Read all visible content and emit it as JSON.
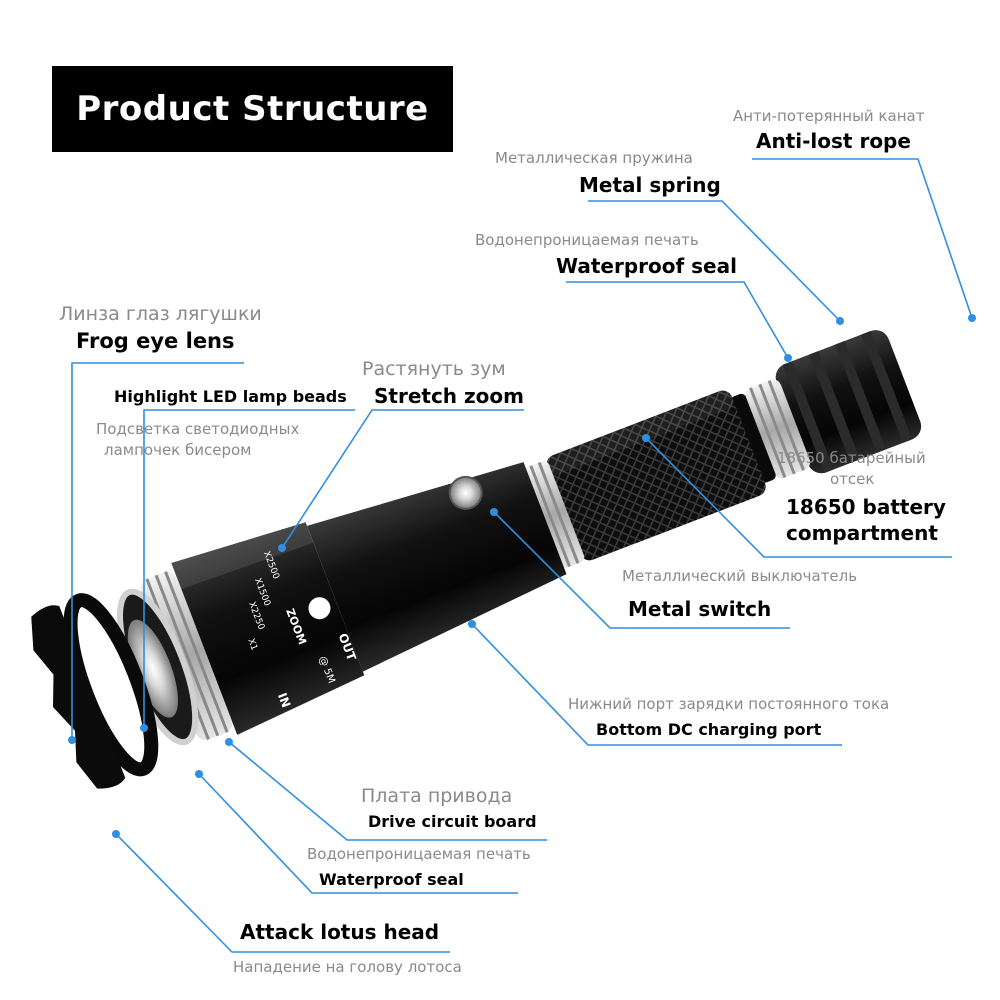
{
  "title": "Product Structure",
  "labels": {
    "anti_lost_rope": {
      "ru": "Анти-потерянный канат",
      "en": "Anti-lost rope"
    },
    "metal_spring": {
      "ru": "Металлическая пружина",
      "en": "Metal spring"
    },
    "waterproof_seal_top": {
      "ru": "Водонепроницаемая печать",
      "en": "Waterproof seal"
    },
    "frog_eye_lens": {
      "ru": "Линза глаз лягушки",
      "en": "Frog eye lens"
    },
    "stretch_zoom": {
      "ru": "Растянуть зум",
      "en": "Stretch zoom"
    },
    "led_beads": {
      "en": "Highlight LED lamp beads",
      "ru_line1": "Подсветка светодиодных",
      "ru_line2": "лампочек бисером"
    },
    "battery": {
      "ru_line1": "18650 батарейный",
      "ru_line2": "отсек",
      "en_line1": "18650 battery",
      "en_line2": "compartment"
    },
    "metal_switch": {
      "ru": "Металлический выключатель",
      "en": "Metal switch"
    },
    "charging_port": {
      "ru": "Нижний порт зарядки постоянного тока",
      "en": "Bottom DC charging port"
    },
    "drive_board": {
      "ru": "Плата привода",
      "en": "Drive circuit board"
    },
    "waterproof_seal_bottom": {
      "ru": "Водонепроницаемая печать",
      "en": "Waterproof seal"
    },
    "attack_head": {
      "en": "Attack lotus head",
      "ru": "Нападение на голову лотоса"
    }
  },
  "zoom_markings": {
    "in": "IN",
    "out": "OUT",
    "zoom": "ZOOM",
    "range": "@ 5M",
    "scale": [
      "X1",
      "X2250",
      "X1500",
      "X2500"
    ]
  },
  "colors": {
    "leader": "#2f8fe0",
    "body": "#111111",
    "metal": "#c9c9c9",
    "label_ru": "#8a8a8a"
  }
}
